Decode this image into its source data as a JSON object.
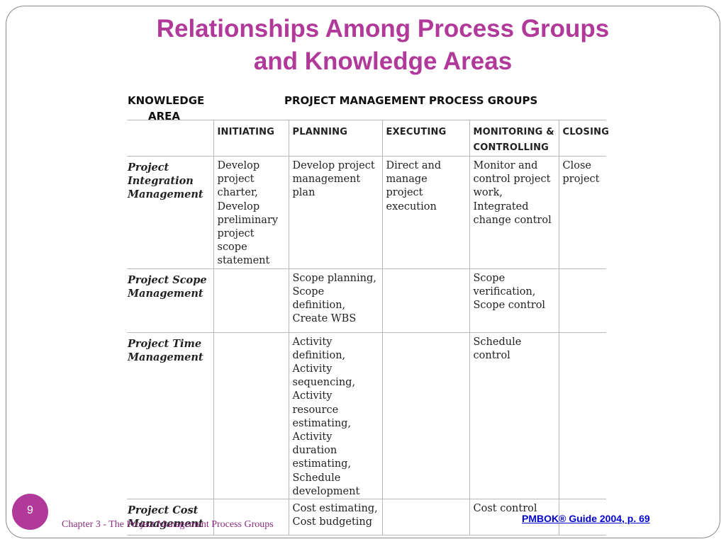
{
  "slide": {
    "title_line1": "Relationships Among Process Groups",
    "title_line2": "and Knowledge Areas",
    "page_number": "9",
    "footer_left": "Chapter 3 - The Project Management Process Groups",
    "footer_right": "PMBOK® Guide 2004, p. 69",
    "accent_color": "#b0399a",
    "link_color": "#0000cc"
  },
  "table": {
    "knowledge_area_header_line1": "KNOWLEDGE",
    "knowledge_area_header_line2": "AREA",
    "process_groups_header": "PROJECT MANAGEMENT PROCESS GROUPS",
    "columns": [
      "INITIATING",
      "PLANNING",
      "EXECUTING",
      "MONITORING & CONTROLLING",
      "CLOSING"
    ],
    "rows": [
      {
        "area": "Project Integration Management",
        "cells": [
          "Develop project charter, Develop preliminary project scope statement",
          "Develop project management plan",
          "Direct and manage project execution",
          "Monitor and control project work, Integrated change control",
          "Close project"
        ]
      },
      {
        "area": "Project Scope Management",
        "cells": [
          "",
          "Scope planning, Scope definition, Create WBS",
          "",
          "Scope verification, Scope control",
          ""
        ]
      },
      {
        "area": "Project Time Management",
        "cells": [
          "",
          "Activity definition, Activity sequencing, Activity resource estimating, Activity duration estimating, Schedule development",
          "",
          "Schedule control",
          ""
        ]
      },
      {
        "area": "Project Cost Management",
        "cells": [
          "",
          "Cost estimating, Cost budgeting",
          "",
          "Cost control",
          ""
        ]
      }
    ]
  }
}
